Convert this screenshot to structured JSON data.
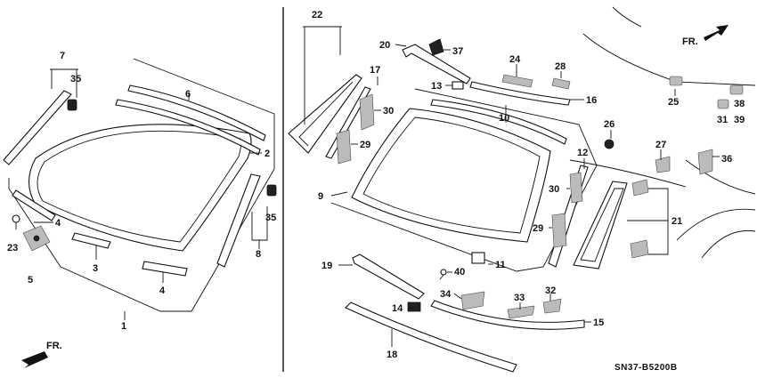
{
  "diagram": {
    "code": "SN37-B5200B",
    "fr_left": "FR.",
    "fr_right": "FR.",
    "callouts": {
      "c1": "1",
      "c2": "2",
      "c3": "3",
      "c4a": "4",
      "c4b": "4",
      "c5": "5",
      "c6": "6",
      "c7": "7",
      "c8": "8",
      "c9": "9",
      "c10": "10",
      "c11": "11",
      "c12": "12",
      "c13": "13",
      "c14": "14",
      "c15": "15",
      "c16": "16",
      "c17": "17",
      "c18": "18",
      "c19": "19",
      "c20": "20",
      "c21": "21",
      "c22": "22",
      "c23": "23",
      "c24": "24",
      "c25": "25",
      "c26": "26",
      "c27": "27",
      "c28": "28",
      "c29a": "29",
      "c29b": "29",
      "c30a": "30",
      "c30b": "30",
      "c31": "31",
      "c32": "32",
      "c33": "33",
      "c34": "34",
      "c35a": "35",
      "c35b": "35",
      "c36": "36",
      "c37": "37",
      "c38": "38",
      "c39": "39",
      "c40": "40"
    }
  }
}
